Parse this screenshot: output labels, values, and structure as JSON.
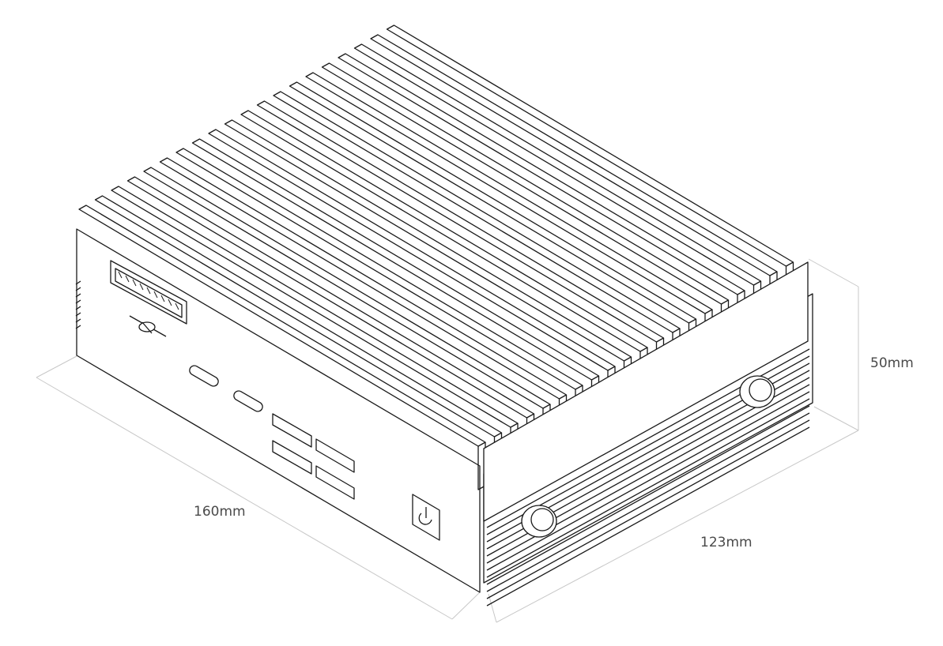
{
  "dimensions": {
    "length": "160mm",
    "width": "123mm",
    "height": "50mm"
  },
  "colors": {
    "line": "#1a1a1a",
    "dimension_line": "#c8c8c8",
    "label": "#4a4a4a",
    "fill": "#ffffff"
  },
  "icons": [
    "power-icon",
    "usb-c-port",
    "usb-a-port",
    "pin-header-connector",
    "antenna-connector"
  ]
}
